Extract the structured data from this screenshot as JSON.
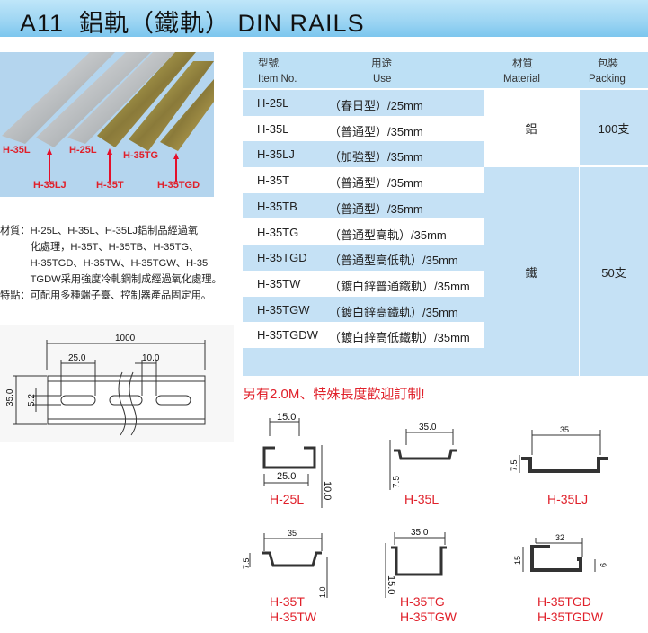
{
  "header": {
    "title": "A11  鋁軌（鐵軌） DIN RAILS"
  },
  "photo": {
    "labels": [
      "H-35L",
      "H-25L",
      "H-35TG",
      "H-35LJ",
      "H-35T",
      "H-35TGD"
    ]
  },
  "table": {
    "headers": {
      "item_zh": "型號",
      "item_en": "Item No.",
      "use_zh": "用途",
      "use_en": "Use",
      "material_zh": "材質",
      "material_en": "Material",
      "packing_zh": "包裝",
      "packing_en": "Packing"
    },
    "rows": [
      {
        "id": "H-25L",
        "use": "（春日型）/25mm"
      },
      {
        "id": "H-35L",
        "use": "（普通型）/35mm"
      },
      {
        "id": "H-35LJ",
        "use": "（加強型）/35mm"
      },
      {
        "id": "H-35T",
        "use": "（普通型）/35mm"
      },
      {
        "id": "H-35TB",
        "use": "（普通型）/35mm"
      },
      {
        "id": "H-35TG",
        "use": "（普通型高軌）/35mm"
      },
      {
        "id": "H-35TGD",
        "use": "（普通型高低軌）/35mm"
      },
      {
        "id": "H-35TW",
        "use": "（鍍白鋅普通鐵軌）/35mm"
      },
      {
        "id": "H-35TGW",
        "use": "（鍍白鋅高鐵軌）/35mm"
      },
      {
        "id": "H-35TGDW",
        "use": "（鍍白鋅高低鐵軌）/35mm"
      }
    ],
    "groups": [
      {
        "material": "鋁",
        "packing": "100支"
      },
      {
        "material": "鐵",
        "packing": "50支"
      }
    ]
  },
  "description": {
    "lines": [
      "材質：H-25L、H-35L、H-35LJ鋁制品經過氧",
      "　　　化處理，H-35T、H-35TB、H-35TG、",
      "　　　H-35TGD、H-35TW、H-35TGW、H-35",
      "　　　TGDW采用強度冷軋鋼制成經過氧化處理。",
      "特點：可配用多種端子臺、控制器產品固定用。"
    ]
  },
  "drawing": {
    "length": "1000",
    "slot_length": "25.0",
    "slot_gap": "10.0",
    "height": "35.0",
    "slot_width": "5.2"
  },
  "note": "另有2.0M、特殊長度歡迎訂制!",
  "profiles": [
    {
      "labels": [
        "H-25L"
      ],
      "dims": [
        "15.0",
        "25.0",
        "10.0"
      ]
    },
    {
      "labels": [
        "H-35L"
      ],
      "dims": [
        "35.0",
        "7.5"
      ]
    },
    {
      "labels": [
        "H-35LJ"
      ],
      "dims": [
        "35",
        "7.5"
      ]
    },
    {
      "labels": [
        "H-35T",
        "H-35TW"
      ],
      "dims": [
        "35",
        "7.5",
        "1.0"
      ]
    },
    {
      "labels": [
        "H-35TG",
        "H-35TGW"
      ],
      "dims": [
        "35.0",
        "15.0"
      ]
    },
    {
      "labels": [
        "H-35TGD",
        "H-35TGDW"
      ],
      "dims": [
        "32",
        "15",
        "9"
      ]
    }
  ]
}
